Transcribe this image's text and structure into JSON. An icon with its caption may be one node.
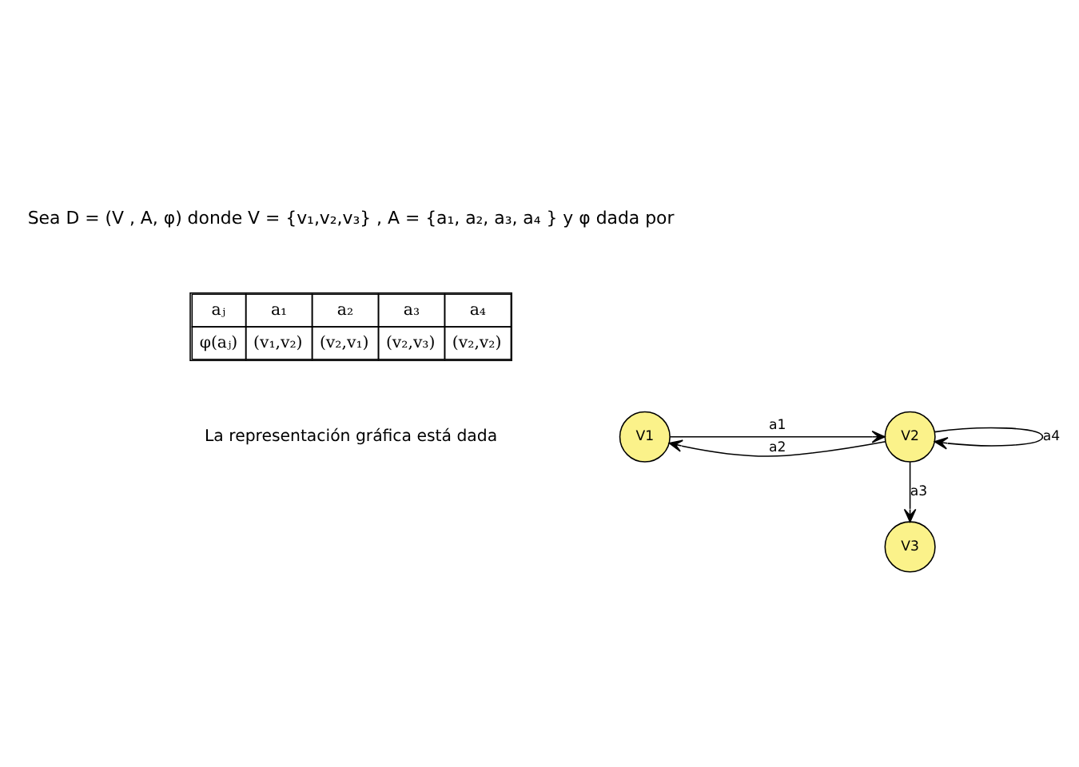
{
  "diagram": {
    "nodes": [
      {
        "text": [
          "V1"
        ]
      },
      {
        "text": [
          "V2"
        ]
      },
      {
        "text": [
          "V3"
        ]
      }
    ],
    "edges": [
      {
        "from": 0,
        "to": 1,
        "arrow": "to",
        "label": "a1"
      },
      {
        "from": 1,
        "to": 0,
        "arrow": "to",
        "label": "a2"
      },
      {
        "from": 1,
        "to": 2,
        "arrow": "to",
        "label": "a3"
      },
      {
        "from": 1,
        "to": 1,
        "arrow": "to",
        "label": "a4"
      }
    ],
    "labels": [
      "Sea D = (V , A, φ) donde V = {v₁,v₂,v₃} , A = {a₁, a₂, a₃, a₄ } y φ dada por",
      "aⱼ",
      "a₁",
      "a₂",
      "a₃",
      "a₄",
      "φ(aⱼ)",
      "(v₁,v₂)",
      "(v₂,v₁)",
      "(v₂,v₃)",
      "(v₂,v₂)",
      "La representación gráfica está dada"
    ]
  }
}
